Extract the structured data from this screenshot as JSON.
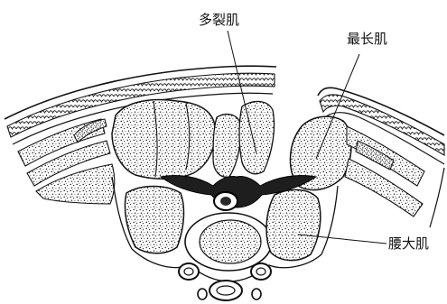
{
  "labels": {
    "multifidus": "多裂肌",
    "longissimus": "最长肌",
    "psoas_major": "腰大肌"
  }
}
